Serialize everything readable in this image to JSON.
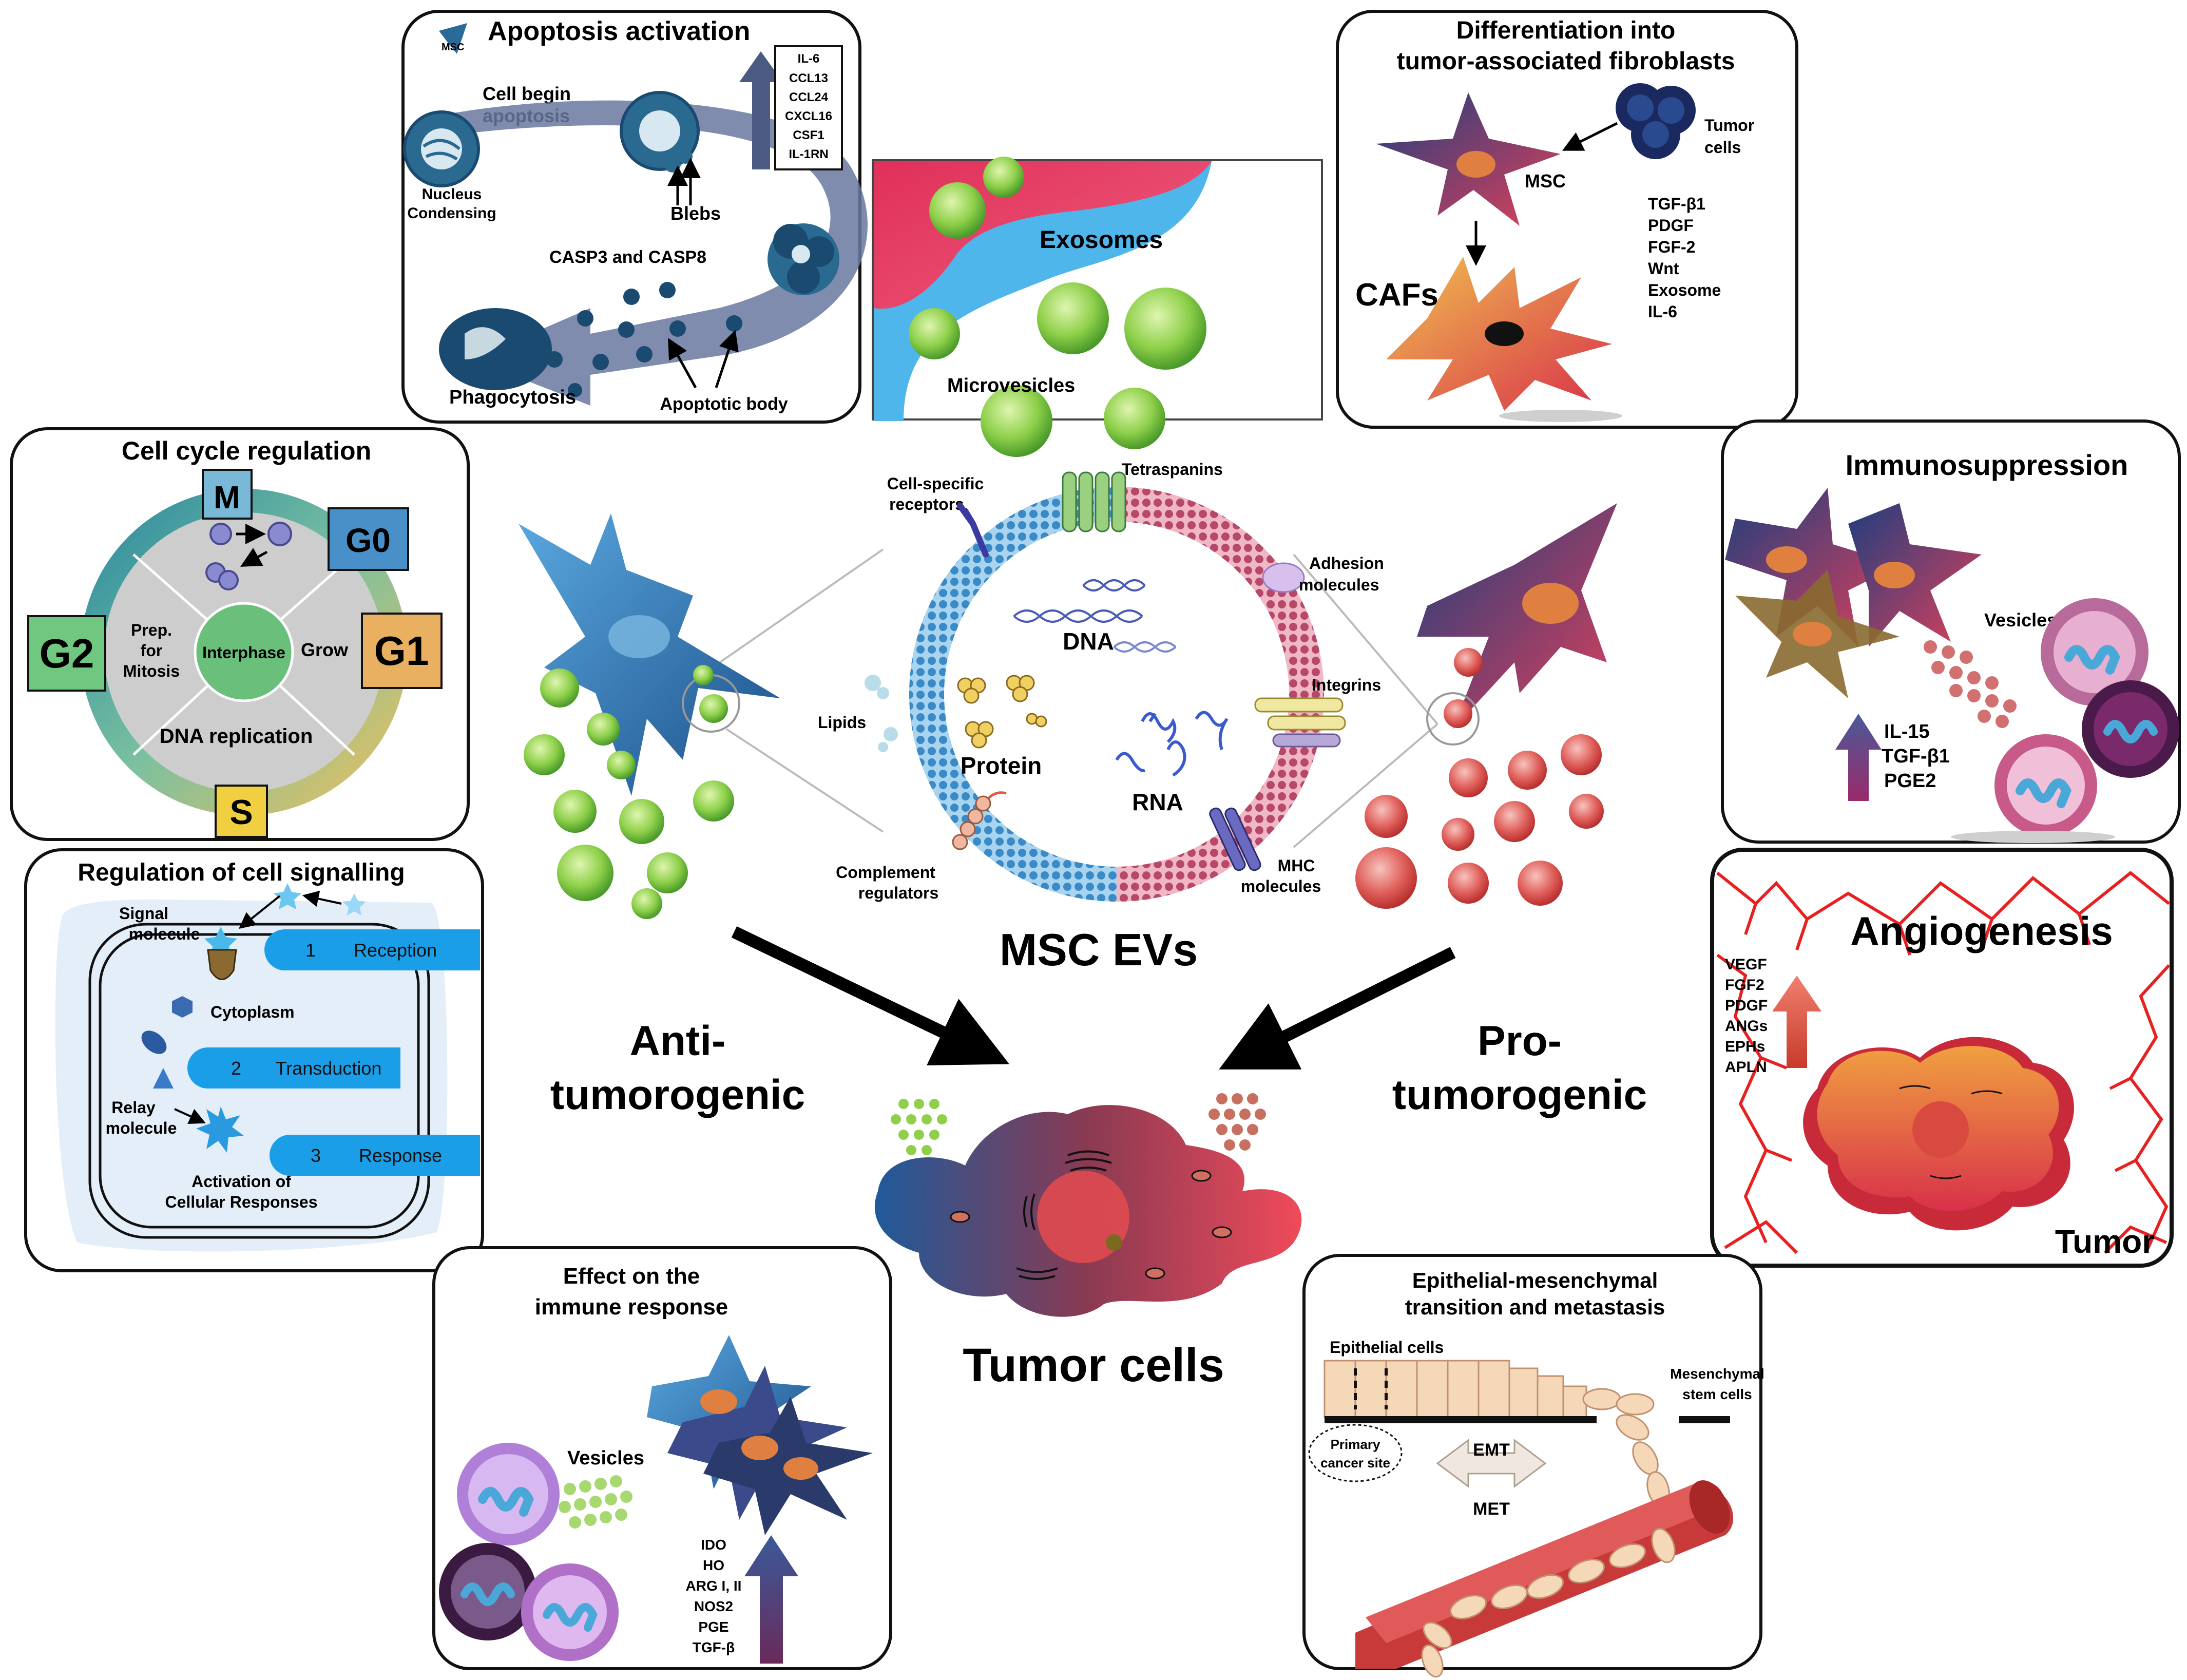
{
  "apoptosis": {
    "title": "Apoptosis activation",
    "msc": "MSC",
    "begin1": "Cell begin",
    "begin2": "apoptosis",
    "nucleus1": "Nucleus",
    "nucleus2": "Condensing",
    "blebs": "Blebs",
    "caspases": "CASP3 and CASP8",
    "phagocytosis": "Phagocytosis",
    "apoptotic_body": "Apoptotic body",
    "factors": [
      "IL-6",
      "CCL13",
      "CCL24",
      "CXCL16",
      "CSF1",
      "IL-1RN"
    ]
  },
  "exosome_panel": {
    "exosomes": "Exosomes",
    "microvesicles": "Microvesicles"
  },
  "caf": {
    "title1": "Differentiation into",
    "title2": "tumor-associated fibroblasts",
    "tumor1": "Tumor",
    "tumor2": "cells",
    "msc": "MSC",
    "cafs": "CAFs",
    "factors": [
      "TGF-β1",
      "PDGF",
      "FGF-2",
      "Wnt",
      "Exosome",
      "IL-6"
    ]
  },
  "cell_cycle": {
    "title": "Cell cycle regulation",
    "m": "M",
    "g0": "G0",
    "g1": "G1",
    "g2": "G2",
    "s": "S",
    "prep1": "Prep.",
    "prep2": "for",
    "prep3": "Mitosis",
    "interphase": "Interphase",
    "grow": "Grow",
    "dna_replication": "DNA replication"
  },
  "signalling": {
    "title": "Regulation of cell signalling",
    "signal1": "Signal",
    "signal2": "molecule",
    "cytoplasm": "Cytoplasm",
    "relay1": "Relay",
    "relay2": "molecule",
    "activation1": "Activation of",
    "activation2": "Cellular Responses",
    "steps": [
      {
        "num": "1",
        "label": "Reception"
      },
      {
        "num": "2",
        "label": "Transduction"
      },
      {
        "num": "3",
        "label": "Response"
      }
    ]
  },
  "ev": {
    "title": "MSC EVs",
    "tetraspanins": "Tetraspanins",
    "receptors1": "Cell-specific",
    "receptors2": "receptors",
    "adhesion1": "Adhesion",
    "adhesion2": "molecules",
    "dna": "DNA",
    "integrins": "Integrins",
    "lipids": "Lipids",
    "protein": "Protein",
    "rna": "RNA",
    "complement1": "Complement",
    "complement2": "regulators",
    "mhc1": "MHC",
    "mhc2": "molecules"
  },
  "sides": {
    "anti1": "Anti-",
    "anti2": "tumorogenic",
    "pro1": "Pro-",
    "pro2": "tumorogenic",
    "tumor_cells": "Tumor cells"
  },
  "immunosuppression": {
    "title": "Immunosuppression",
    "vesicles": "Vesicles",
    "factors": [
      "IL-15",
      "TGF-β1",
      "PGE2"
    ]
  },
  "angiogenesis": {
    "title": "Angiogenesis",
    "tumor": "Tumor",
    "factors": [
      "VEGF",
      "FGF2",
      "PDGF",
      "ANGs",
      "EPHs",
      "APLN"
    ]
  },
  "immune_response": {
    "title1": "Effect on the",
    "title2": "immune response",
    "vesicles": "Vesicles",
    "factors": [
      "IDO",
      "HO",
      "ARG I, II",
      "NOS2",
      "PGE",
      "TGF-β"
    ]
  },
  "emt": {
    "title1": "Epithelial-mesenchymal",
    "title2": "transition and metastasis",
    "epithelial": "Epithelial cells",
    "mesenchymal1": "Mesenchymal",
    "mesenchymal2": "stem cells",
    "primary1": "Primary",
    "primary2": "cancer site",
    "emt": "EMT",
    "met": "MET"
  }
}
